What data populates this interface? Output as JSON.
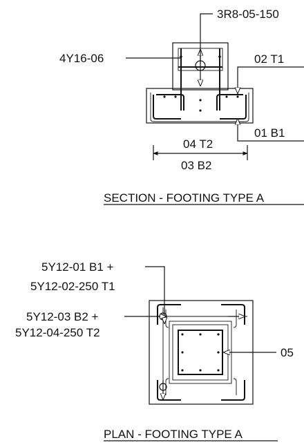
{
  "section": {
    "title": "SECTION - FOOTING TYPE A",
    "labels": {
      "stirrups": "3R8-05-150",
      "column_bars": "4Y16-06",
      "top_bar": "02 T1",
      "bottom_bar": "01 B1",
      "dim_top": "04 T2",
      "dim_bottom": "03 B2"
    }
  },
  "plan": {
    "title": "PLAN - FOOTING TYPE A",
    "labels": {
      "bars_1_line1": "5Y12-01 B1 +",
      "bars_1_line2": "5Y12-02-250 T1",
      "bars_2_line1": "5Y12-03 B2 +",
      "bars_2_line2": "5Y12-04-250 T2",
      "column_bars": "05"
    }
  }
}
